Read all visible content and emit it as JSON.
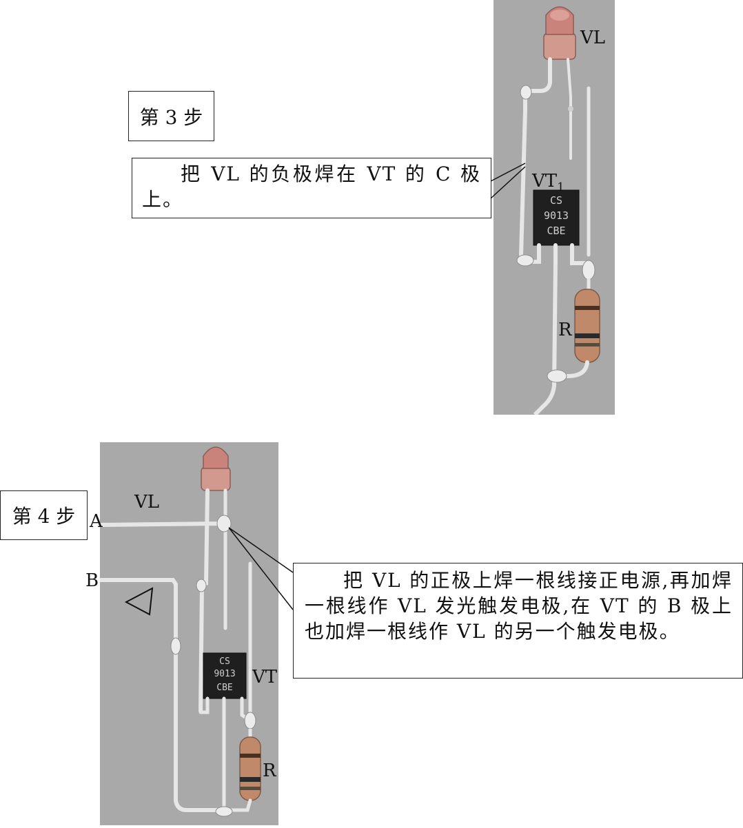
{
  "step3": {
    "step_label": "第 3 步",
    "caption": "把 VL 的负极焊在 VT 的 C 极上。",
    "photo": {
      "vl_label": "VL",
      "vt_label": "VT",
      "vt_subscript": "1",
      "transistor_marking": [
        "CS",
        "9013",
        "CBE"
      ],
      "r_label": "R"
    }
  },
  "step4": {
    "step_label": "第 4 步",
    "caption": "把 VL 的正极上焊一根线接正电源,再加焊一根线作 VL 发光触发电极,在 VT 的 B 极上也加焊一根线作 VL 的另一个触发电极。",
    "photo": {
      "vl_label": "VL",
      "point_a": "A",
      "point_b": "B",
      "vt_label": "VT",
      "transistor_marking": [
        "CS",
        "9013",
        "CBE"
      ],
      "r_label": "R"
    }
  },
  "colors": {
    "photo_background": "#a9a9a9",
    "wire": "#e4e4e4",
    "led_body": "#c9837a",
    "transistor_body": "#1f1f1f",
    "resistor_body": "#c08a6a"
  }
}
